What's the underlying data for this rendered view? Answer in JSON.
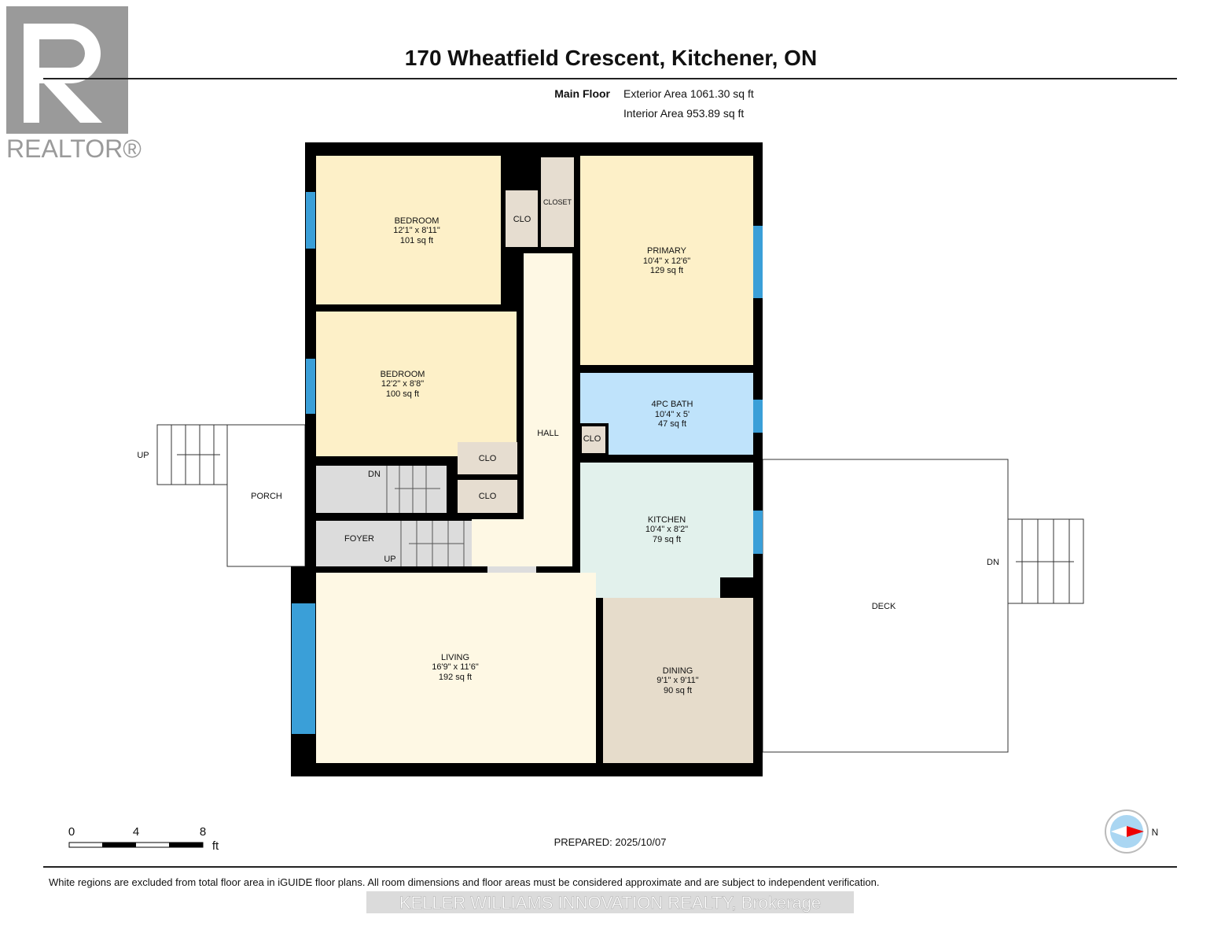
{
  "title": "170 Wheatfield Crescent, Kitchener, ON",
  "logo": {
    "text": "REALTOR®"
  },
  "floor": {
    "name": "Main Floor",
    "exterior_area": "Exterior Area 1061.30 sq ft",
    "interior_area": "Interior Area 953.89 sq ft"
  },
  "rooms": {
    "bedroom1": {
      "name": "BEDROOM",
      "dims": "12'1\" x 8'11\"",
      "area": "101 sq ft"
    },
    "bedroom2": {
      "name": "BEDROOM",
      "dims": "12'2\" x 8'8\"",
      "area": "100 sq ft"
    },
    "primary": {
      "name": "PRIMARY",
      "dims": "10'4\" x 12'6\"",
      "area": "129 sq ft"
    },
    "bath": {
      "name": "4PC BATH",
      "dims": "10'4\" x 5'",
      "area": "47 sq ft"
    },
    "kitchen": {
      "name": "KITCHEN",
      "dims": "10'4\" x 8'2\"",
      "area": "79 sq ft"
    },
    "dining": {
      "name": "DINING",
      "dims": "9'1\" x 9'11\"",
      "area": "90 sq ft"
    },
    "living": {
      "name": "LIVING",
      "dims": "16'9\" x 11'6\"",
      "area": "192 sq ft"
    },
    "hall": "HALL",
    "foyer": "FOYER",
    "porch": "PORCH",
    "deck": "DECK",
    "closet": "CLOSET",
    "clo": "CLO"
  },
  "stairs": {
    "up": "UP",
    "dn": "DN"
  },
  "scale": {
    "ticks": [
      "0",
      "4",
      "8"
    ],
    "unit": "ft"
  },
  "compass": {
    "label": "N"
  },
  "prepared": "PREPARED: 2025/10/07",
  "disclaimer": "White regions are excluded from total floor area in iGUIDE floor plans. All room dimensions and floor areas must be considered approximate and are subject to independent verification.",
  "watermark": "KELLER WILLIAMS INNOVATION REALTY, Brokerage",
  "colors": {
    "wall": "#000000",
    "bedroom": "#fdf0c8",
    "hall": "#fef8e4",
    "bath": "#bfe3fb",
    "kitchen": "#e2f1ec",
    "dining": "#e6dccb",
    "closet": "#e6ddd0",
    "stairs": "#dcdcdc",
    "window": "#3a9fd8"
  }
}
